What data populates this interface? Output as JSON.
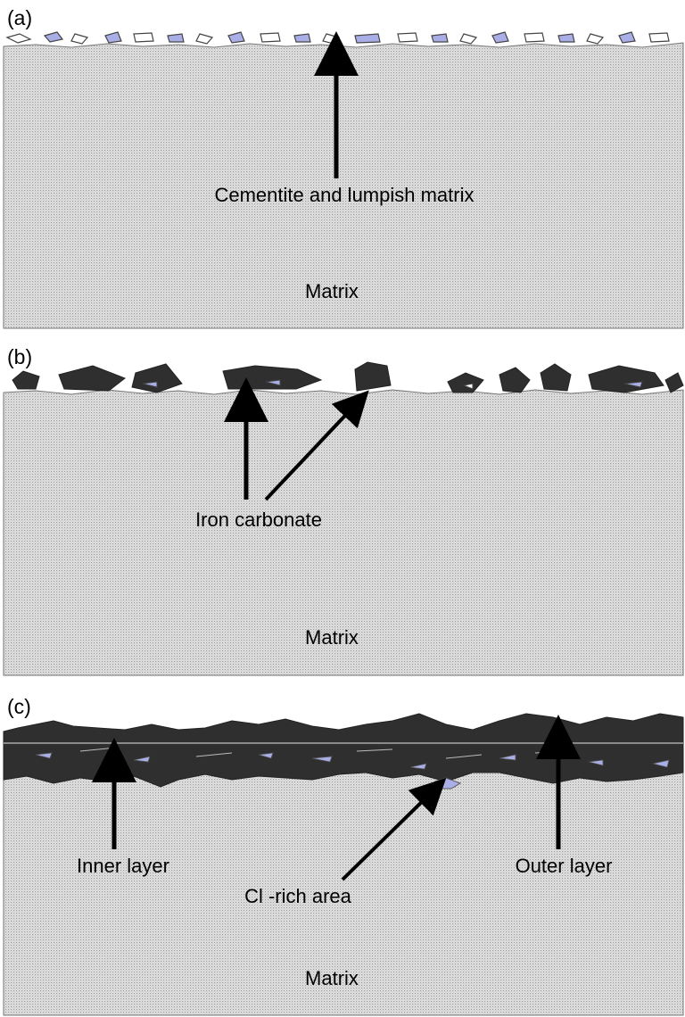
{
  "panels": [
    {
      "id": "a",
      "tag": "(a)",
      "labels": {
        "layer": "Cementite and lumpish matrix",
        "matrix": "Matrix"
      }
    },
    {
      "id": "b",
      "tag": "(b)",
      "labels": {
        "layer": "Iron carbonate",
        "matrix": "Matrix"
      }
    },
    {
      "id": "c",
      "tag": "(c)",
      "labels": {
        "inner": "Inner layer",
        "cl": "Cl -rich area",
        "outer": "Outer layer",
        "matrix": "Matrix"
      }
    }
  ],
  "colors": {
    "matrix_fill": "#e4e4e4",
    "matrix_dot": "#9a9a9a",
    "scale": "#2f2f2f",
    "blue_phase": "#a9aee6",
    "outline": "#444444"
  }
}
